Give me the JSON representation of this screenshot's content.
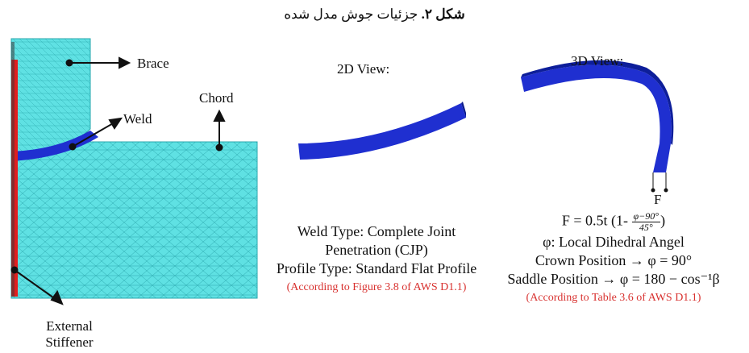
{
  "caption": {
    "bold_part": "شکل ۲.",
    "rest": " جزئیات جوش مدل شده"
  },
  "model_labels": {
    "brace": "Brace",
    "weld": "Weld",
    "chord": "Chord",
    "external_stiffener_line1": "External",
    "external_stiffener_line2": "Stiffener"
  },
  "view_2d": {
    "title": "2D View:",
    "weld_type": "Weld Type: Complete Joint Penetration (CJP)",
    "profile_type": "Profile Type: Standard Flat Profile",
    "reference": "(According to Figure 3.8 of AWS D1.1)"
  },
  "view_3d": {
    "title": "3D View:",
    "point_label": "F",
    "formula_prefix": "F = 0.5t (1-",
    "formula_numerator": "φ−90°",
    "formula_denominator": "45°",
    "formula_suffix": ")",
    "phi_def": "φ: Local Dihedral Angel",
    "crown": "Crown Position → φ = 90°",
    "saddle": "Saddle Position → φ = 180 − cos⁻¹β",
    "reference": "(According to Table 3.6 of AWS D1.1)"
  },
  "colors": {
    "mesh_fill": "#5fe1e3",
    "mesh_line": "#2aa7ad",
    "weld_blue": "#1f2fd0",
    "stiffener_red": "#e01e1e",
    "reference_red": "#d8312f"
  }
}
